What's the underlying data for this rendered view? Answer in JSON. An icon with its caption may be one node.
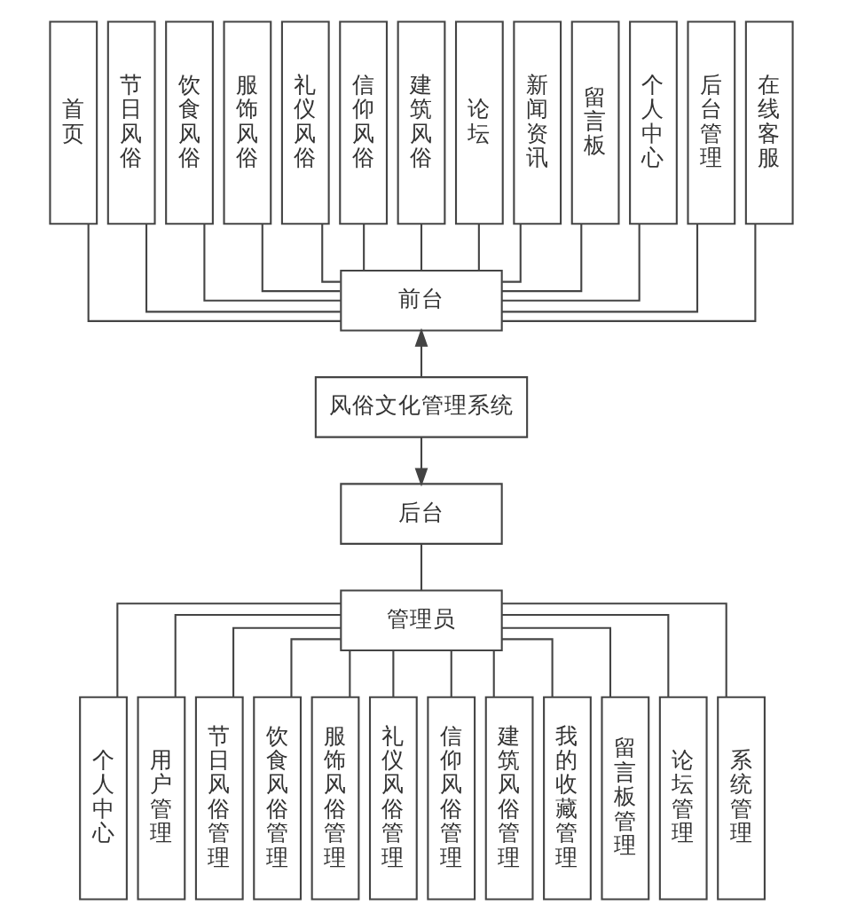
{
  "diagram": {
    "nodes": [
      {
        "text": [
          "首页"
        ]
      },
      {
        "text": [
          "节日风俗"
        ]
      },
      {
        "text": [
          "饮食风俗"
        ]
      },
      {
        "text": [
          "服饰风俗"
        ]
      },
      {
        "text": [
          "礼仪风俗"
        ]
      },
      {
        "text": [
          "信仰风俗"
        ]
      },
      {
        "text": [
          "建筑风俗"
        ]
      },
      {
        "text": [
          "论坛"
        ]
      },
      {
        "text": [
          "新闻资讯"
        ]
      },
      {
        "text": [
          "留言板"
        ]
      },
      {
        "text": [
          "个人中心"
        ]
      },
      {
        "text": [
          "后台管理"
        ]
      },
      {
        "text": [
          "在线客服"
        ]
      },
      {
        "text": [
          "前台"
        ]
      },
      {
        "text": [
          "风俗文化管理系统"
        ]
      },
      {
        "text": [
          "后台"
        ]
      },
      {
        "text": [
          "管理员"
        ]
      },
      {
        "text": [
          "个人中心"
        ]
      },
      {
        "text": [
          "用户管理"
        ]
      },
      {
        "text": [
          "节日风俗管理"
        ]
      },
      {
        "text": [
          "饮食风俗管理"
        ]
      },
      {
        "text": [
          "服饰风俗管理"
        ]
      },
      {
        "text": [
          "礼仪风俗管理"
        ]
      },
      {
        "text": [
          "信仰风俗管理"
        ]
      },
      {
        "text": [
          "建筑风俗管理"
        ]
      },
      {
        "text": [
          "我的收藏管理"
        ]
      },
      {
        "text": [
          "留言板管理"
        ]
      },
      {
        "text": [
          "论坛管理"
        ]
      },
      {
        "text": [
          "系统管理"
        ]
      }
    ],
    "edges": [
      {
        "from": 0,
        "to": 13,
        "arrow": "none"
      },
      {
        "from": 1,
        "to": 13,
        "arrow": "none"
      },
      {
        "from": 2,
        "to": 13,
        "arrow": "none"
      },
      {
        "from": 3,
        "to": 13,
        "arrow": "none"
      },
      {
        "from": 4,
        "to": 13,
        "arrow": "none"
      },
      {
        "from": 5,
        "to": 13,
        "arrow": "none"
      },
      {
        "from": 6,
        "to": 13,
        "arrow": "none"
      },
      {
        "from": 7,
        "to": 13,
        "arrow": "none"
      },
      {
        "from": 8,
        "to": 13,
        "arrow": "none"
      },
      {
        "from": 9,
        "to": 13,
        "arrow": "none"
      },
      {
        "from": 10,
        "to": 13,
        "arrow": "none"
      },
      {
        "from": 11,
        "to": 13,
        "arrow": "none"
      },
      {
        "from": 12,
        "to": 13,
        "arrow": "none"
      },
      {
        "from": 14,
        "to": 13,
        "arrow": "to"
      },
      {
        "from": 14,
        "to": 15,
        "arrow": "to"
      },
      {
        "from": 15,
        "to": 16,
        "arrow": "none"
      },
      {
        "from": 16,
        "to": 17,
        "arrow": "none"
      },
      {
        "from": 16,
        "to": 18,
        "arrow": "none"
      },
      {
        "from": 16,
        "to": 19,
        "arrow": "none"
      },
      {
        "from": 16,
        "to": 20,
        "arrow": "none"
      },
      {
        "from": 16,
        "to": 21,
        "arrow": "none"
      },
      {
        "from": 16,
        "to": 22,
        "arrow": "none"
      },
      {
        "from": 16,
        "to": 23,
        "arrow": "none"
      },
      {
        "from": 16,
        "to": 24,
        "arrow": "none"
      },
      {
        "from": 16,
        "to": 25,
        "arrow": "none"
      },
      {
        "from": 16,
        "to": 26,
        "arrow": "none"
      },
      {
        "from": 16,
        "to": 27,
        "arrow": "none"
      },
      {
        "from": 16,
        "to": 28,
        "arrow": "none"
      }
    ]
  }
}
